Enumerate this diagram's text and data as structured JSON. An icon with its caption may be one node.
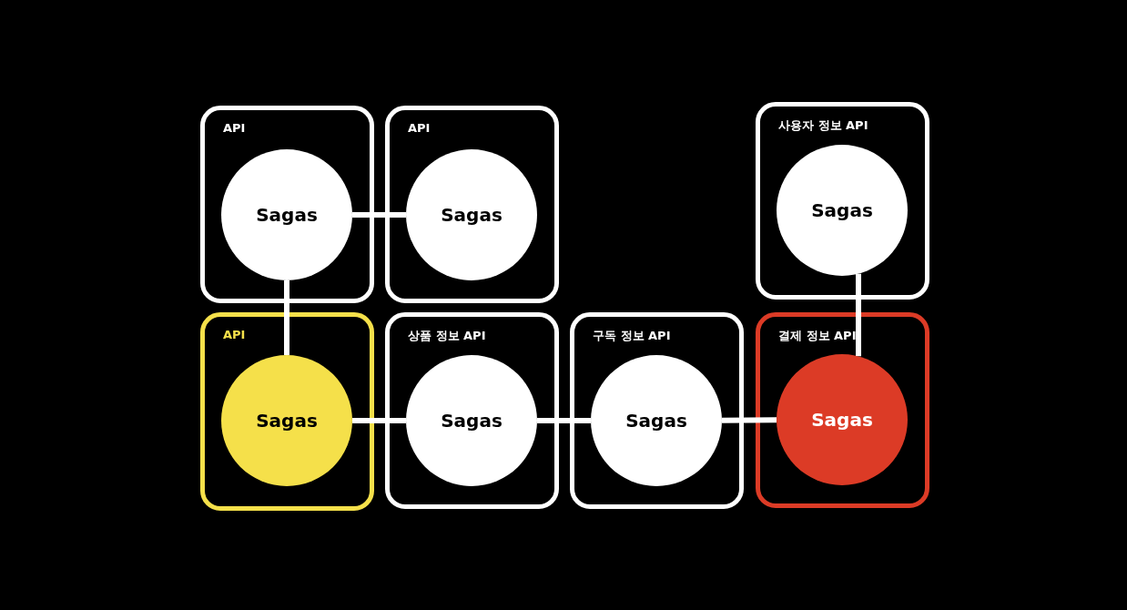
{
  "diagram": {
    "nodes": [
      {
        "text": [
          "API"
        ]
      },
      {
        "text": [
          "Sagas"
        ],
        "in": 0
      },
      {
        "text": [
          "API"
        ]
      },
      {
        "text": [
          "Sagas"
        ],
        "in": 2
      },
      {
        "text": [
          "사용자 정보 API"
        ]
      },
      {
        "text": [
          "Sagas"
        ],
        "in": 4
      },
      {
        "text": [
          "API"
        ]
      },
      {
        "text": [
          "Sagas"
        ],
        "in": 6
      },
      {
        "text": [
          "상품 정보 API"
        ]
      },
      {
        "text": [
          "Sagas"
        ],
        "in": 8
      },
      {
        "text": [
          "구독 정보 API"
        ]
      },
      {
        "text": [
          "Sagas"
        ],
        "in": 10
      },
      {
        "text": [
          "결제 정보 API"
        ]
      },
      {
        "text": [
          "Sagas"
        ],
        "in": 12
      }
    ],
    "edges": [
      {
        "from": 1,
        "to": 3,
        "arrow": "none"
      },
      {
        "from": 1,
        "to": 7,
        "arrow": "none"
      },
      {
        "from": 7,
        "to": 9,
        "arrow": "none"
      },
      {
        "from": 9,
        "to": 11,
        "arrow": "none"
      },
      {
        "from": 11,
        "to": 13,
        "arrow": "none"
      },
      {
        "from": 5,
        "to": 13,
        "arrow": "none"
      }
    ]
  }
}
